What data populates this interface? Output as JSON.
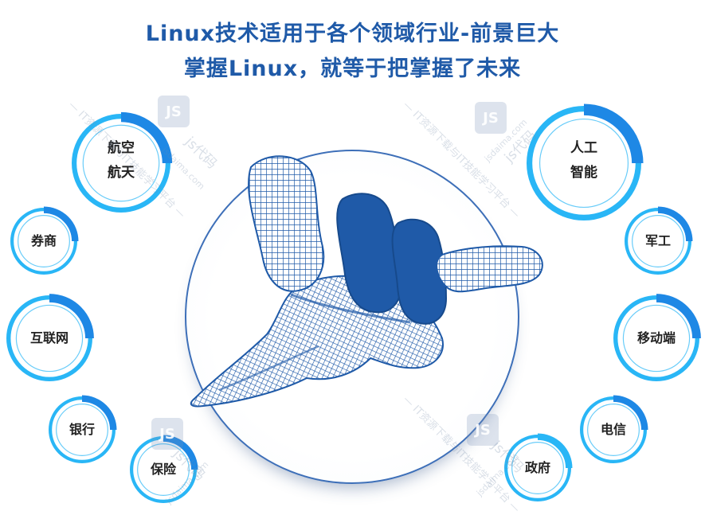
{
  "title_line1": "Linux技术适用于各个领域行业-前景巨大",
  "title_line2": "掌握Linux，就等于把掌握了未来",
  "nodes": [
    {
      "id": "hangkong",
      "lines": [
        "航空",
        "航天"
      ],
      "progress": 0.25,
      "accent": "#1e88e5"
    },
    {
      "id": "rengong",
      "lines": [
        "人工",
        "智能"
      ],
      "progress": 0.25,
      "accent": "#1e88e5"
    },
    {
      "id": "quanshang",
      "lines": [
        "券商"
      ],
      "progress": 0.25,
      "accent": "#1e88e5"
    },
    {
      "id": "hulianwang",
      "lines": [
        "互联网"
      ],
      "progress": 0.25,
      "accent": "#1e88e5"
    },
    {
      "id": "yinhang",
      "lines": [
        "银行"
      ],
      "progress": 0.25,
      "accent": "#1e88e5"
    },
    {
      "id": "baoxian",
      "lines": [
        "保险"
      ],
      "progress": 0.25,
      "accent": "#1e88e5"
    },
    {
      "id": "jungong",
      "lines": [
        "军工"
      ],
      "progress": 0.25,
      "accent": "#1e88e5"
    },
    {
      "id": "yidongduan",
      "lines": [
        "移动端"
      ],
      "progress": 0.25,
      "accent": "#1e88e5"
    },
    {
      "id": "dianxin",
      "lines": [
        "电信"
      ],
      "progress": 0.25,
      "accent": "#1e88e5"
    },
    {
      "id": "zhengfu",
      "lines": [
        "政府"
      ],
      "progress": 0.25,
      "accent": "#29b6f6"
    }
  ],
  "watermark": {
    "badge": "JS",
    "brand": "js代码",
    "domain": "jsdaima.com",
    "tagline": "— IT资源下载与IT技能学习平台 —"
  },
  "colors": {
    "title": "#1f5aa8",
    "ring_light": "#29b6f6",
    "ring_dark": "#1e88e5",
    "hand": "#1f5aa8"
  }
}
